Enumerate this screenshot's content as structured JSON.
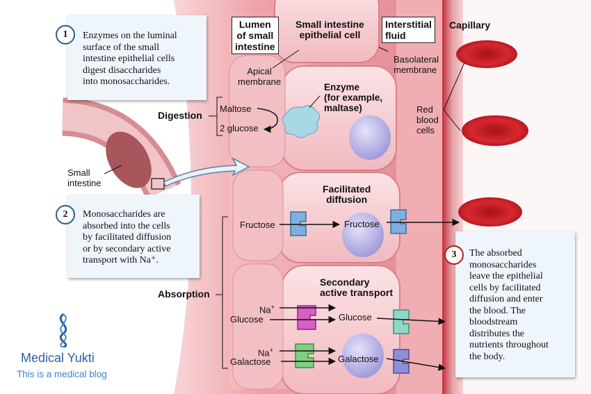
{
  "header": {
    "lumen": "Lumen\nof small\nintestine",
    "epithelial": "Small intestine\nepithelial cell",
    "interstitial": "Interstitial\nfluid",
    "capillary": "Capillary"
  },
  "labels": {
    "apical": "Apical\nmembrane",
    "basolateral": "Basolateral\nmembrane",
    "red_blood_cells": "Red\nblood\ncells",
    "enzyme": "Enzyme\n(for example,\nmaltase)",
    "small_intestine": "Small\nintestine",
    "digestion": "Digestion",
    "maltose": "Maltose",
    "glucose_2": "2 glucose",
    "facilitated": "Facilitated\ndiffusion",
    "fructose_left": "Fructose",
    "fructose_mid": "Fructose",
    "absorption": "Absorption",
    "secondary": "Secondary\nactive transport",
    "na1": "Na",
    "glucose_left": "Glucose",
    "glucose_mid": "Glucose",
    "na2": "Na",
    "galactose_left": "Galactose",
    "galactose_mid": "Galactose",
    "plus": "+"
  },
  "notes": [
    {
      "num": "1",
      "text": "Enzymes on the luminal\nsurface of the small\nintestine epithelial cells\ndigest disaccharides\ninto monosaccharides."
    },
    {
      "num": "2",
      "text": "Monosaccharides are\nabsorbed into the cells\nby facilitated diffusion\nor by secondary active\ntransport with Na⁺."
    },
    {
      "num": "3",
      "text": "The absorbed\nmonosaccharides\nleave the epithelial\ncells by facilitated\ndiffusion and enter\nthe blood. The\nbloodstream\ndistributes the\nnutrients throughout\nthe body."
    }
  ],
  "brand": {
    "name": "Medical Yukti",
    "tagline": "This is a medical blog",
    "name_color": "#2b5f9e",
    "tagline_color": "#3a86c8",
    "icon": "helix-logo-icon"
  },
  "colors": {
    "tissue": "#e9959c",
    "cell": "#f6c9cd",
    "nucleus": "#b7b3e6",
    "blood": "#d21f2a",
    "interstitial": "#f2b4b8",
    "transporter_blue": "#7fb0e0",
    "transporter_pink": "#d85fc4",
    "transporter_green": "#7fd07f",
    "transporter_teal": "#8fd8c8",
    "transporter_purple": "#8e8ed8",
    "note_bg": "#eef6fb"
  }
}
